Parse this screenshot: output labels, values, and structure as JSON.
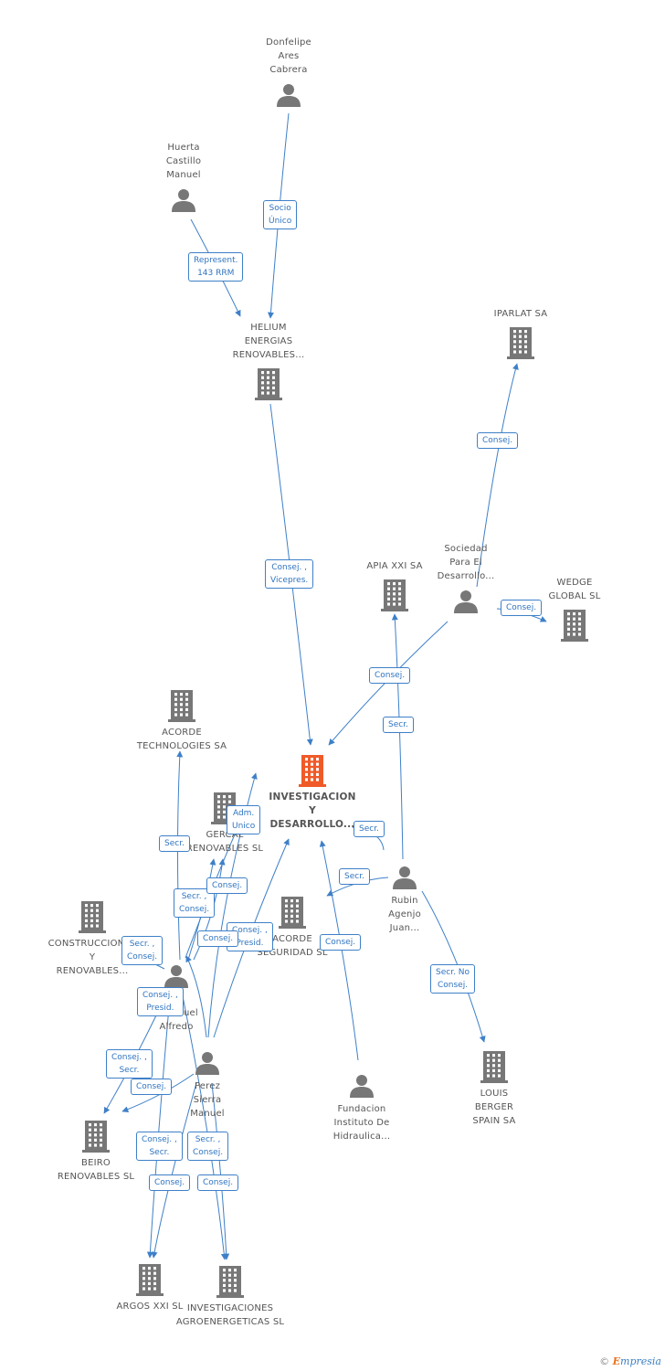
{
  "colors": {
    "edge": "#3e80c8",
    "node": "#777777",
    "focus": "#f05a28",
    "label_border": "#3e80c8",
    "label_text": "#2f74c0"
  },
  "footer": {
    "copyright": "©",
    "brand_first": "E",
    "brand_rest": "mpresia"
  },
  "nodes": [
    {
      "id": "donfelipe",
      "kind": "person",
      "lines": [
        "Donfelipe",
        "Ares",
        "Cabrera"
      ]
    },
    {
      "id": "huerta",
      "kind": "person",
      "lines": [
        "Huerta",
        "Castillo",
        "Manuel"
      ]
    },
    {
      "id": "helium",
      "kind": "company",
      "lines": [
        "HELIUM",
        "ENERGIAS",
        "RENOVABLES..."
      ]
    },
    {
      "id": "iparlat",
      "kind": "company",
      "lines": [
        "IPARLAT SA"
      ]
    },
    {
      "id": "sociedad",
      "kind": "person",
      "lines": [
        "Sociedad",
        "Para El",
        "Desarrollo..."
      ]
    },
    {
      "id": "apia",
      "kind": "company",
      "lines": [
        "APIA XXI SA"
      ]
    },
    {
      "id": "wedge",
      "kind": "company",
      "lines": [
        "WEDGE",
        "GLOBAL SL"
      ]
    },
    {
      "id": "acorde_tech",
      "kind": "company",
      "lines": [
        "ACORDE",
        "TECHNOLOGIES SA"
      ]
    },
    {
      "id": "focus",
      "kind": "focus",
      "lines": [
        "INVESTIGACION",
        "Y",
        "DESARROLLO..."
      ]
    },
    {
      "id": "gercal",
      "kind": "company",
      "lines": [
        "GERCAL",
        "RENOVABLES SL"
      ]
    },
    {
      "id": "acorde_seg",
      "kind": "company",
      "lines": [
        "ACORDE",
        "SEGURIDAD SL"
      ]
    },
    {
      "id": "construcciones",
      "kind": "company",
      "lines": [
        "CONSTRUCCIONES",
        "Y",
        "RENOVABLES..."
      ]
    },
    {
      "id": "rubin",
      "kind": "person",
      "lines": [
        "Rubin",
        "Agenjo",
        "Juan..."
      ]
    },
    {
      "id": "alfredo",
      "kind": "person",
      "lines": [
        "...",
        "...Manuel",
        "Alfredo"
      ]
    },
    {
      "id": "perez",
      "kind": "person",
      "lines": [
        "Perez",
        "Sierra",
        "Manuel"
      ]
    },
    {
      "id": "fundacion",
      "kind": "person",
      "lines": [
        "Fundacion",
        "Instituto De",
        "Hidraulica..."
      ]
    },
    {
      "id": "louis",
      "kind": "company",
      "lines": [
        "LOUIS",
        "BERGER",
        "SPAIN SA"
      ]
    },
    {
      "id": "beiro",
      "kind": "company",
      "lines": [
        "BEIRO",
        "RENOVABLES SL"
      ]
    },
    {
      "id": "argos",
      "kind": "company",
      "lines": [
        "ARGOS XXI SL"
      ]
    },
    {
      "id": "agro",
      "kind": "company",
      "lines": [
        "INVESTIGACIONES",
        "AGROENERGETICAS SL"
      ]
    }
  ],
  "edges": [
    {
      "from": "donfelipe",
      "to": "helium",
      "label": [
        "Socio",
        "Único"
      ]
    },
    {
      "from": "huerta",
      "to": "helium",
      "label": [
        "Represent.",
        "143 RRM"
      ]
    },
    {
      "from": "helium",
      "to": "focus",
      "label": [
        "Consej. ,",
        "Vicepres."
      ]
    },
    {
      "from": "sociedad",
      "to": "iparlat",
      "label": [
        "Consej."
      ]
    },
    {
      "from": "sociedad",
      "to": "wedge",
      "label": [
        "Consej."
      ]
    },
    {
      "from": "sociedad",
      "to": "focus",
      "label": [
        "Consej."
      ]
    },
    {
      "from": "rubin",
      "to": "apia",
      "label": [
        "Secr."
      ]
    },
    {
      "from": "rubin",
      "to": "focus",
      "label": [
        "Secr."
      ]
    },
    {
      "from": "rubin",
      "to": "acorde_seg",
      "label": [
        "Secr."
      ]
    },
    {
      "from": "rubin",
      "to": "louis",
      "label": [
        "Secr.  No",
        "Consej."
      ]
    },
    {
      "from": "fundacion",
      "to": "focus",
      "label": [
        "Consej."
      ]
    },
    {
      "from": "alfredo",
      "to": "acorde_tech",
      "label": [
        "Secr."
      ]
    },
    {
      "from": "alfredo",
      "to": "gercal",
      "label": [
        "Adm.",
        "Unico"
      ]
    },
    {
      "from": "alfredo",
      "to": "gercal",
      "label": [
        "Secr. ,",
        "Consej."
      ]
    },
    {
      "from": "alfredo",
      "to": "gercal",
      "label": [
        "Consej."
      ]
    },
    {
      "from": "alfredo",
      "to": "construcciones",
      "label": [
        "Secr. ,",
        "Consej."
      ]
    },
    {
      "from": "alfredo",
      "to": "beiro",
      "label": [
        "Consej. ,",
        "Secr."
      ]
    },
    {
      "from": "alfredo",
      "to": "argos",
      "label": [
        "Consej. ,",
        "Secr."
      ]
    },
    {
      "from": "alfredo",
      "to": "agro",
      "label": [
        "Secr. ,",
        "Consej."
      ]
    },
    {
      "from": "perez",
      "to": "focus",
      "label": [
        "Consej. ,",
        "Presid."
      ]
    },
    {
      "from": "perez",
      "to": "acorde_tech",
      "label": [
        "Consej."
      ]
    },
    {
      "from": "perez",
      "to": "construcciones",
      "label": [
        "Consej. ,",
        "Presid."
      ]
    },
    {
      "from": "perez",
      "to": "beiro",
      "label": [
        "Consej."
      ]
    },
    {
      "from": "perez",
      "to": "argos",
      "label": [
        "Consej."
      ]
    },
    {
      "from": "perez",
      "to": "agro",
      "label": [
        "Consej."
      ]
    }
  ]
}
